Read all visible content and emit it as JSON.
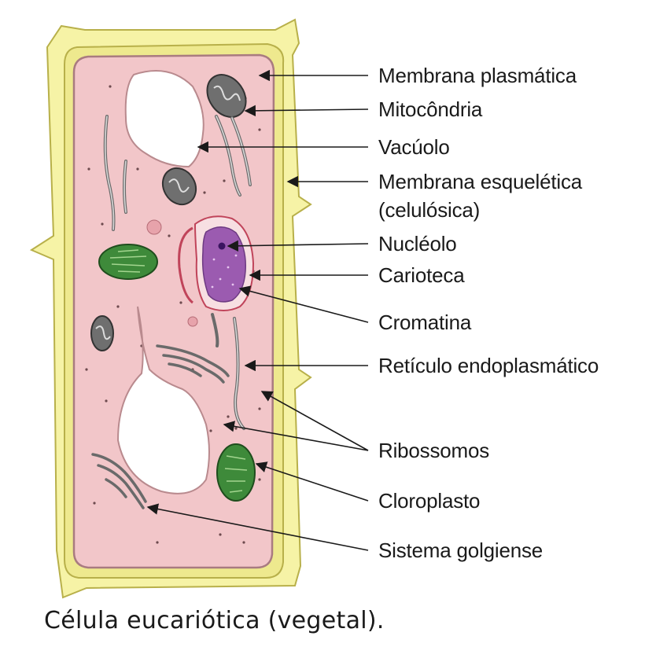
{
  "colors": {
    "cell_wall": "#f4f2a0",
    "cell_wall_outline": "#b9b24a",
    "cytoplasm": "#f2c6c9",
    "cytoplasm_outline": "#b98a8e",
    "chloroplast": "#3e8a3a",
    "nucleus": "#9b5bb0",
    "mitochondrion": "#8a8a8a",
    "vacuole": "#ffffff"
  },
  "icons": {
    "cell_wall": "cell-wall-icon",
    "vacuole": "vacuole-icon",
    "nucleus": "nucleus-icon",
    "chloroplast": "chloroplast-icon",
    "mitochondrion": "mitochondrion-icon",
    "golgi": "golgi-icon",
    "reticulum": "reticulum-icon"
  },
  "labels": {
    "membrana_plasmatica": "Membrana plasmática",
    "mitocondria": "Mitocôndria",
    "vacuolo": "Vacúolo",
    "membrana_esqueletica_1": "Membrana esquelética",
    "membrana_esqueletica_2": "(celulósica)",
    "nucleolo": "Nucléolo",
    "carioteca": "Carioteca",
    "cromatina": "Cromatina",
    "reticulo": "Retículo endoplasmático",
    "ribossomos": "Ribossomos",
    "cloroplasto": "Cloroplasto",
    "sistema_golgiense": "Sistema golgiense"
  },
  "caption": "Célula eucariótica (vegetal)."
}
